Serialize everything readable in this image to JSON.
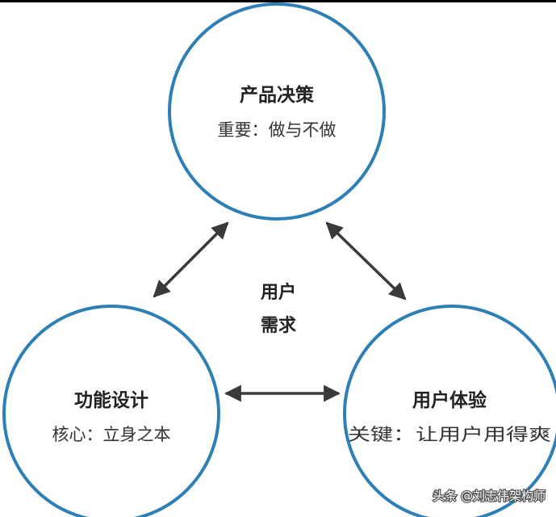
{
  "colors": {
    "circle_stroke": "#2f7fb7",
    "arrow": "#3a3a3a",
    "top_edge": "#000000"
  },
  "nodes": {
    "top": {
      "title": "产品决策",
      "subtitle": "重要：做与不做"
    },
    "left": {
      "title": "功能设计",
      "subtitle": "核心：立身之本"
    },
    "right": {
      "title": "用户体验",
      "subtitle": "关键：让用户用得爽"
    }
  },
  "center": {
    "line1": "用户",
    "line2": "需求"
  },
  "watermark": {
    "text": "头条 @刘志伟架构师"
  }
}
